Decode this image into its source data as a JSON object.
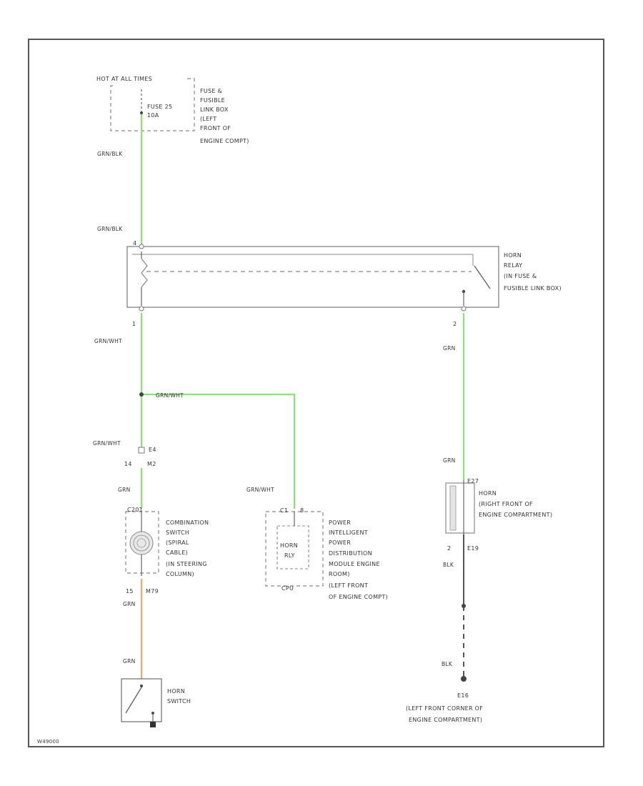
{
  "colors": {
    "wire_green": "#8ee07a",
    "wire_orange": "#f0a868",
    "wire_black": "#555555",
    "frame": "#555555"
  },
  "power_source": {
    "header": "HOT AT ALL TIMES",
    "fuse_label": "FUSE 25",
    "fuse_rating": "10A",
    "box_lines": [
      "FUSE &",
      "FUSIBLE",
      "LINK BOX",
      "(LEFT",
      "FRONT OF",
      "ENGINE COMPT)"
    ]
  },
  "wire_labels": {
    "fuse_out": "GRN/BLK",
    "relay_in": "GRN/BLK",
    "relay_out_left": "GRN/WHT",
    "branch": "GRN/WHT",
    "to_connector": "GRN/WHT",
    "pdm_feed": "GRN/WHT",
    "below_connector": "GRN",
    "switch_feed": "GRN",
    "horn_feed_upper": "GRN",
    "horn_feed_lower": "GRN",
    "horn_ground_upper": "BLK",
    "horn_ground_lower": "BLK",
    "clock_out": "GRN",
    "switch_in": "GRN"
  },
  "relay": {
    "pin_left_top": "4",
    "pin_left_bottom": "1",
    "pin_right_bottom": "2",
    "label_lines": [
      "HORN",
      "RELAY",
      "(IN FUSE &",
      "FUSIBLE LINK BOX)"
    ]
  },
  "connectors": {
    "mid_left": "E4",
    "mid_pin_a": "14",
    "mid_pin_b": "M2",
    "clock_top": "C201",
    "clock_bottom_pin": "15",
    "clock_bottom_conn": "M79",
    "pdm_top": "C1",
    "pdm_pin": "8",
    "horn_top": "E27",
    "horn_pin_bottom": "2",
    "horn_conn_bottom": "E19"
  },
  "clockspring": {
    "label_lines": [
      "COMBINATION",
      "SWITCH",
      "(SPIRAL",
      "CABLE)",
      "(IN STEERING",
      "COLUMN)"
    ]
  },
  "pdm": {
    "inner_lines": [
      "HORN",
      "RLY"
    ],
    "cpu": "CPU",
    "label_lines": [
      "POWER",
      "INTELLIGENT",
      "POWER",
      "DISTRIBUTION",
      "MODULE ENGINE",
      "ROOM)",
      "(LEFT FRONT",
      "OF ENGINE COMPT)"
    ]
  },
  "horn": {
    "label_lines": [
      "HORN",
      "(RIGHT FRONT OF",
      "ENGINE COMPARTMENT)"
    ]
  },
  "horn_switch": {
    "label_lines": [
      "HORN",
      "SWITCH"
    ]
  },
  "ground": {
    "id": "E16",
    "label_lines": [
      "(LEFT FRONT CORNER OF",
      "ENGINE COMPARTMENT)"
    ]
  },
  "footer_code": "W49000"
}
